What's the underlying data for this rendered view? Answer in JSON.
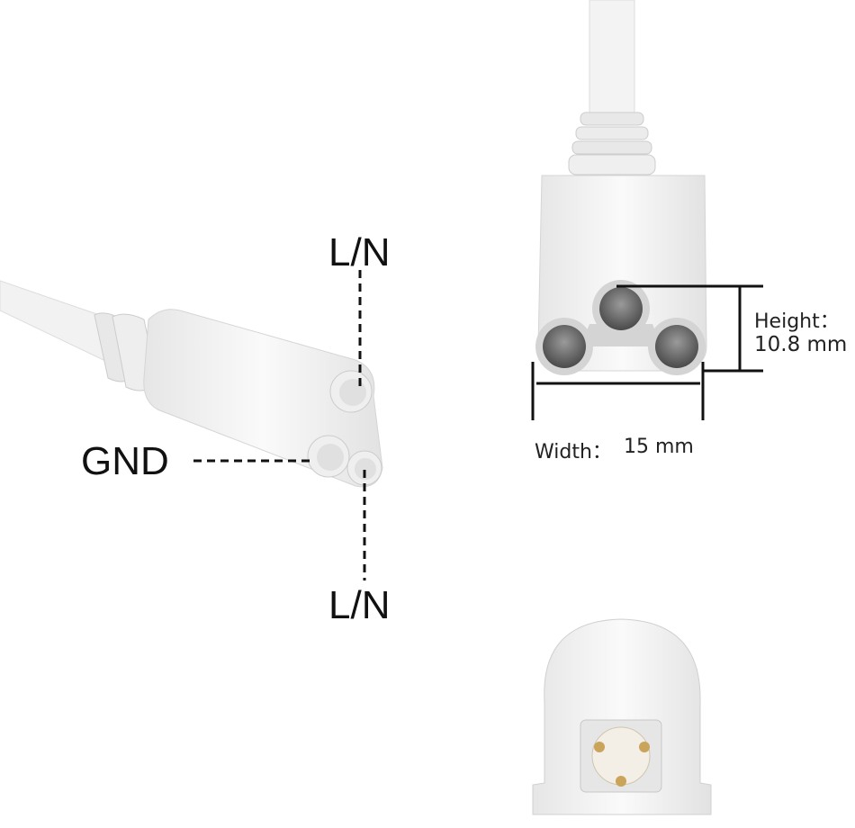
{
  "left_connector": {
    "labels": {
      "top": "L/N",
      "middle": "GND",
      "bottom": "L/N"
    }
  },
  "right_connector": {
    "height_label": "Height：",
    "height_value": "10.8 mm",
    "width_label": "Width：",
    "width_value": "15 mm"
  },
  "colors": {
    "plastic": "#f4f4f4",
    "shadow": "#d9d9d9",
    "line": "#111111",
    "pin": "#c9a45a"
  }
}
